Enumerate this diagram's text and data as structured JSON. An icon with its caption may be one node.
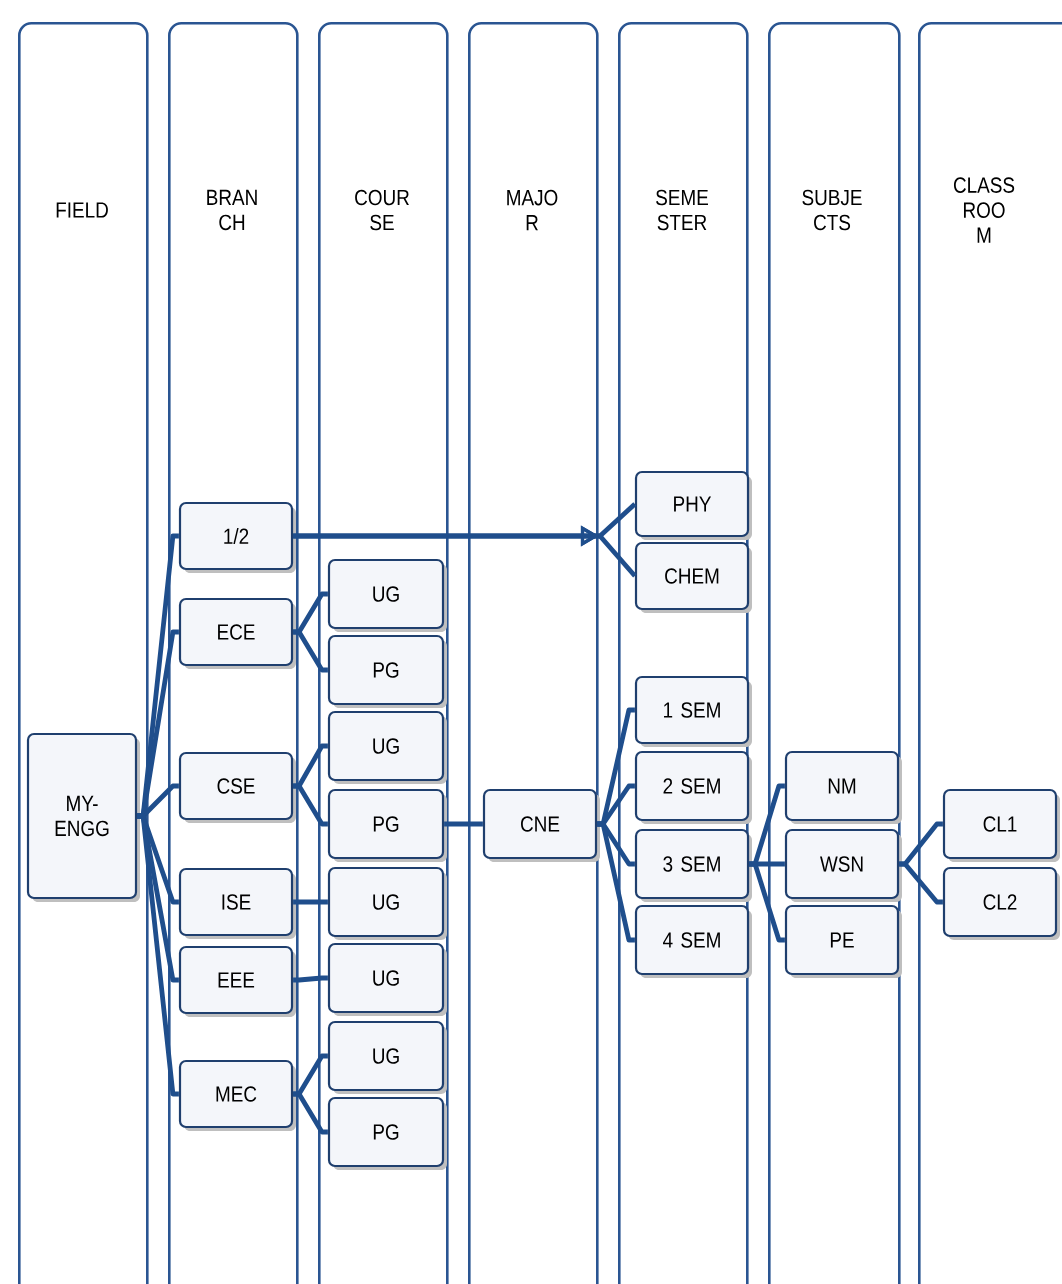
{
  "diagram": {
    "nodes": [
      {
        "text": [
          "FIELD"
        ]
      },
      {
        "text": [
          "BRAN CH"
        ]
      },
      {
        "text": [
          "COUR SE"
        ]
      },
      {
        "text": [
          "MAJO R"
        ]
      },
      {
        "text": [
          "SEME STER"
        ]
      },
      {
        "text": [
          "SUBJE CTS"
        ]
      },
      {
        "text": [
          "CLASS ROO M"
        ]
      },
      {
        "text": [
          "MY-ENGG"
        ],
        "in": 0
      },
      {
        "text": [
          "1/2"
        ],
        "in": 1
      },
      {
        "text": [
          "ECE"
        ],
        "in": 1
      },
      {
        "text": [
          "CSE"
        ],
        "in": 1
      },
      {
        "text": [
          "ISE"
        ],
        "in": 1
      },
      {
        "text": [
          "EEE"
        ],
        "in": 1
      },
      {
        "text": [
          "MEC"
        ],
        "in": 1
      },
      {
        "text": [
          "UG"
        ],
        "in": 2
      },
      {
        "text": [
          "PG"
        ],
        "in": 2
      },
      {
        "text": [
          "UG"
        ],
        "in": 2
      },
      {
        "text": [
          "PG"
        ],
        "in": 2
      },
      {
        "text": [
          "UG"
        ],
        "in": 2
      },
      {
        "text": [
          "UG"
        ],
        "in": 2
      },
      {
        "text": [
          "UG"
        ],
        "in": 2
      },
      {
        "text": [
          "PG"
        ],
        "in": 2
      },
      {
        "text": [
          "CNE"
        ],
        "in": 3
      },
      {
        "text": [
          "PHY"
        ],
        "in": 4
      },
      {
        "text": [
          "CHEM"
        ],
        "in": 4
      },
      {
        "text": [
          "1 SEM"
        ],
        "in": 4
      },
      {
        "text": [
          "2 SEM"
        ],
        "in": 4
      },
      {
        "text": [
          "3 SEM"
        ],
        "in": 4
      },
      {
        "text": [
          "4 SEM"
        ],
        "in": 4
      },
      {
        "text": [
          "NM"
        ],
        "in": 5
      },
      {
        "text": [
          "WSN"
        ],
        "in": 5
      },
      {
        "text": [
          "PE"
        ],
        "in": 5
      },
      {
        "text": [
          "CL1"
        ],
        "in": 6
      },
      {
        "text": [
          "CL2"
        ],
        "in": 6
      }
    ],
    "edges": [
      {
        "from": 7,
        "to": 8,
        "arrow": "none"
      },
      {
        "from": 7,
        "to": 9,
        "arrow": "none"
      },
      {
        "from": 7,
        "to": 10,
        "arrow": "none"
      },
      {
        "from": 7,
        "to": 11,
        "arrow": "none"
      },
      {
        "from": 7,
        "to": 12,
        "arrow": "none"
      },
      {
        "from": 7,
        "to": 13,
        "arrow": "none"
      },
      {
        "from": 8,
        "to": 23,
        "arrow": "to"
      },
      {
        "from": 8,
        "to": 24,
        "arrow": "to"
      },
      {
        "from": 9,
        "to": 14,
        "arrow": "none"
      },
      {
        "from": 9,
        "to": 15,
        "arrow": "none"
      },
      {
        "from": 10,
        "to": 16,
        "arrow": "none"
      },
      {
        "from": 10,
        "to": 17,
        "arrow": "none"
      },
      {
        "from": 11,
        "to": 18,
        "arrow": "none"
      },
      {
        "from": 12,
        "to": 19,
        "arrow": "none"
      },
      {
        "from": 13,
        "to": 20,
        "arrow": "none"
      },
      {
        "from": 13,
        "to": 21,
        "arrow": "none"
      },
      {
        "from": 17,
        "to": 22,
        "arrow": "none"
      },
      {
        "from": 22,
        "to": 25,
        "arrow": "none"
      },
      {
        "from": 22,
        "to": 26,
        "arrow": "none"
      },
      {
        "from": 22,
        "to": 27,
        "arrow": "none"
      },
      {
        "from": 22,
        "to": 28,
        "arrow": "none"
      },
      {
        "from": 27,
        "to": 29,
        "arrow": "none"
      },
      {
        "from": 27,
        "to": 30,
        "arrow": "none"
      },
      {
        "from": 27,
        "to": 31,
        "arrow": "none"
      },
      {
        "from": 30,
        "to": 32,
        "arrow": "none"
      },
      {
        "from": 30,
        "to": 33,
        "arrow": "none"
      }
    ]
  }
}
